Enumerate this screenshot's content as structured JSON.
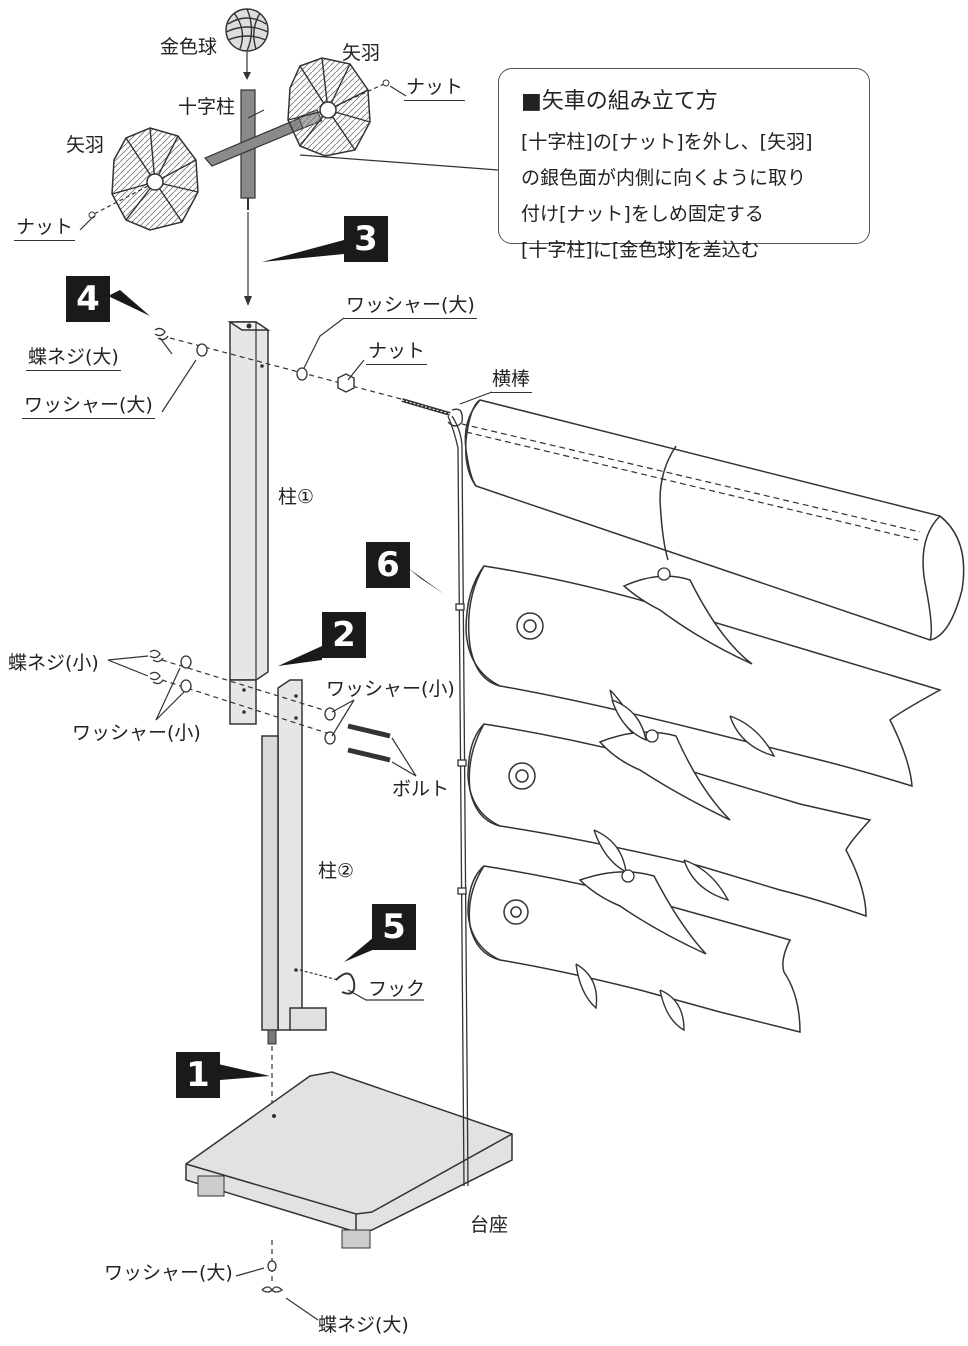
{
  "callout": {
    "title": "■矢車の組み立て方",
    "lines": [
      "[十字柱]の[ナット]を外し、[矢羽]",
      "の銀色面が内側に向くように取り",
      "付け[ナット]をしめ固定する",
      "[十字柱]に[金色球]を差込む"
    ]
  },
  "steps": [
    "1",
    "2",
    "3",
    "4",
    "5",
    "6"
  ],
  "labels": {
    "gold_ball": "金色球",
    "cross_pole": "十字柱",
    "arrow_feather": "矢羽",
    "nut": "ナット",
    "wing_screw_large": "蝶ネジ(大)",
    "washer_large": "ワッシャー(大)",
    "crossbar": "横棒",
    "pole1": "柱①",
    "pole2": "柱②",
    "wing_screw_small": "蝶ネジ(小)",
    "washer_small": "ワッシャー(小)",
    "bolt": "ボルト",
    "hook": "フック",
    "base": "台座"
  },
  "colors": {
    "ink": "#1a1a1a",
    "pole_fill": "#e6e6e6",
    "base_fill": "#e2e2e2"
  }
}
